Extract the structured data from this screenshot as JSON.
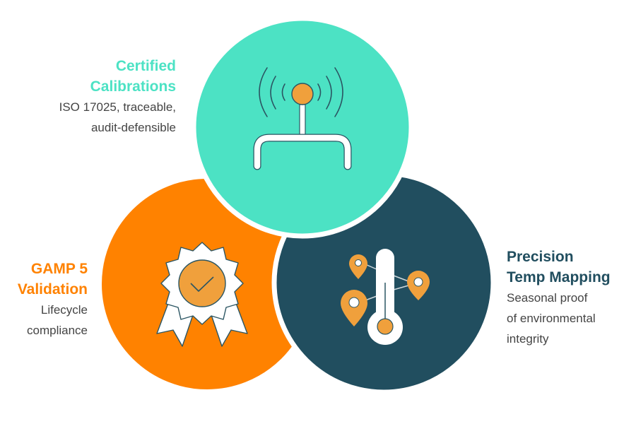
{
  "colors": {
    "teal": "#4ce2c4",
    "orange": "#ff8200",
    "dark": "#214e5f",
    "icon_orange": "#f0a03c",
    "outline": "#2b5562",
    "text_gray": "#444444"
  },
  "items": [
    {
      "id": "certified-calibrations",
      "title_line1": "Certified",
      "title_line2": "Calibrations",
      "desc_line1": "ISO 17025, traceable,",
      "desc_line2": "audit-defensible",
      "icon": "antenna-signal-icon"
    },
    {
      "id": "gamp5-validation",
      "title_line1": "GAMP 5",
      "title_line2": "Validation",
      "desc_line1": "Lifecycle",
      "desc_line2": "compliance",
      "icon": "award-badge-icon"
    },
    {
      "id": "precision-temp-mapping",
      "title_line1": "Precision",
      "title_line2": "Temp Mapping",
      "desc_line1": "Seasonal proof",
      "desc_line2": "of environmental",
      "desc_line3": "integrity",
      "icon": "thermometer-map-pins-icon"
    }
  ]
}
